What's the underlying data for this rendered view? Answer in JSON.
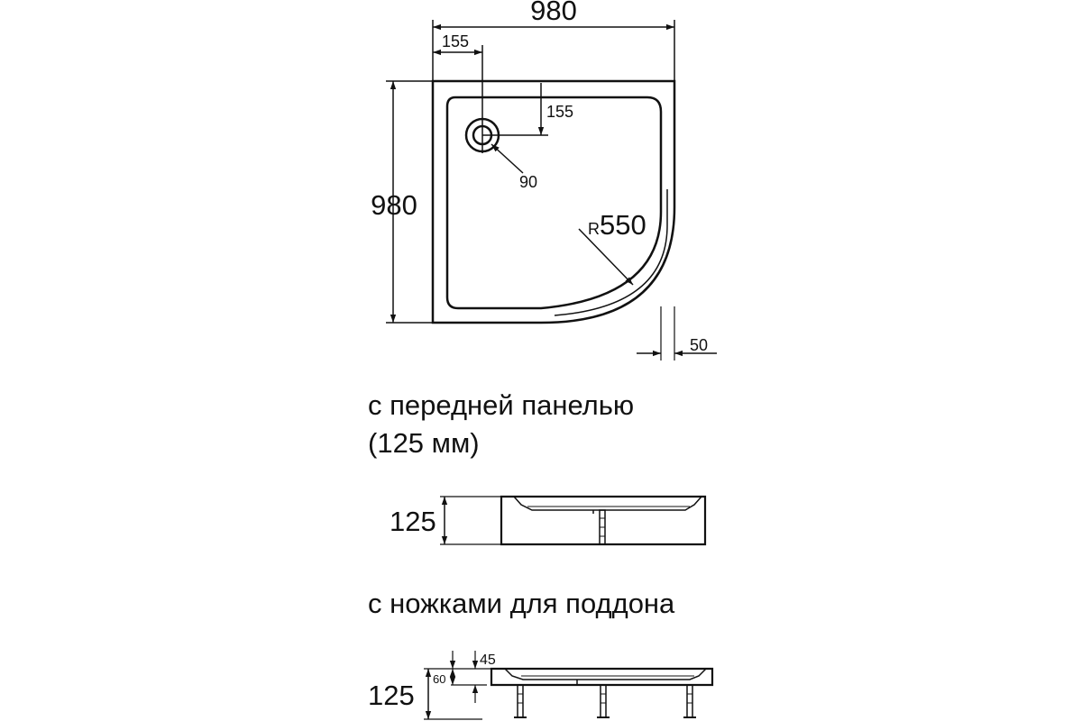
{
  "plan": {
    "width_label": "980",
    "height_label": "980",
    "drain_offset_x_label": "155",
    "drain_offset_y_label": "155",
    "drain_diameter_label": "90",
    "radius_prefix": "R",
    "radius_value": "550",
    "rim_label": "50"
  },
  "front_panel": {
    "caption_line1": "с передней панелью",
    "caption_line2": "(125 мм)",
    "height_label": "125"
  },
  "legs": {
    "caption": "с ножками для поддона",
    "height_label": "125",
    "mid_label": "60",
    "top_label": "45"
  }
}
